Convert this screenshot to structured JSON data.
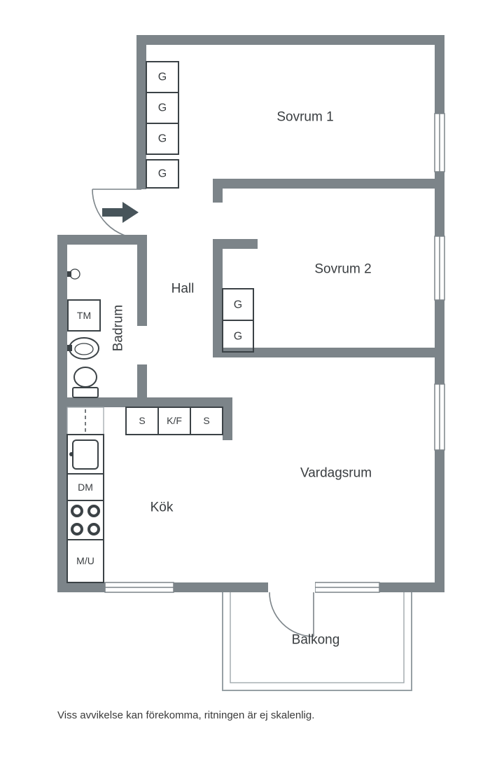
{
  "rooms": {
    "sovrum1": "Sovrum 1",
    "sovrum2": "Sovrum 2",
    "hall": "Hall",
    "badrum": "Badrum",
    "kok": "Kök",
    "vardagsrum": "Vardagsrum",
    "balkong": "Balkong"
  },
  "labels": {
    "wardrobe": "G",
    "washing_machine": "TM",
    "cabinet": "S",
    "fridge_freezer": "K/F",
    "dishwasher": "DM",
    "micro_oven": "M/U"
  },
  "footer": {
    "disclaimer": "Viss avvikelse kan förekomma, ritningen är ej skalenlig."
  },
  "colors": {
    "wall": "#7c8489",
    "fixture_line": "#3b4246",
    "text": "#3a3e41",
    "balcony_line": "#97a0a5",
    "arrow": "#47545a",
    "background": "#ffffff"
  }
}
